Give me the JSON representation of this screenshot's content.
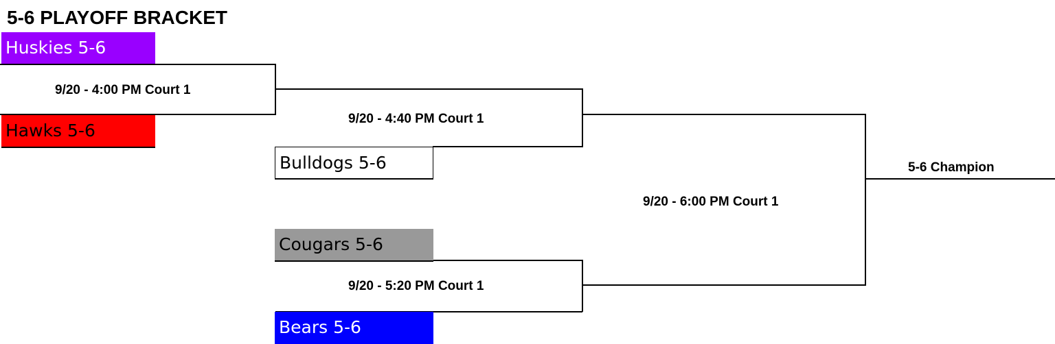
{
  "title": "5-6 PLAYOFF BRACKET",
  "teams": {
    "huskies": {
      "label": "Huskies 5-6",
      "color": "#9900ff",
      "text_color": "#ffffff"
    },
    "hawks": {
      "label": "Hawks 5-6",
      "color": "#ff0000",
      "text_color": "#000000"
    },
    "bulldogs": {
      "label": "Bulldogs 5-6",
      "color": "#ffffff",
      "text_color": "#000000"
    },
    "cougars": {
      "label": "Cougars 5-6",
      "color": "#999999",
      "text_color": "#000000"
    },
    "bears": {
      "label": "Bears 5-6",
      "color": "#0000ff",
      "text_color": "#ffffff"
    }
  },
  "games": {
    "game1": "9/20 - 4:00 PM Court 1",
    "game2": "9/20 - 4:40 PM Court 1",
    "game3": "9/20 - 5:20 PM Court 1",
    "final": "9/20 - 6:00 PM Court 1"
  },
  "champion": "5-6 Champion"
}
